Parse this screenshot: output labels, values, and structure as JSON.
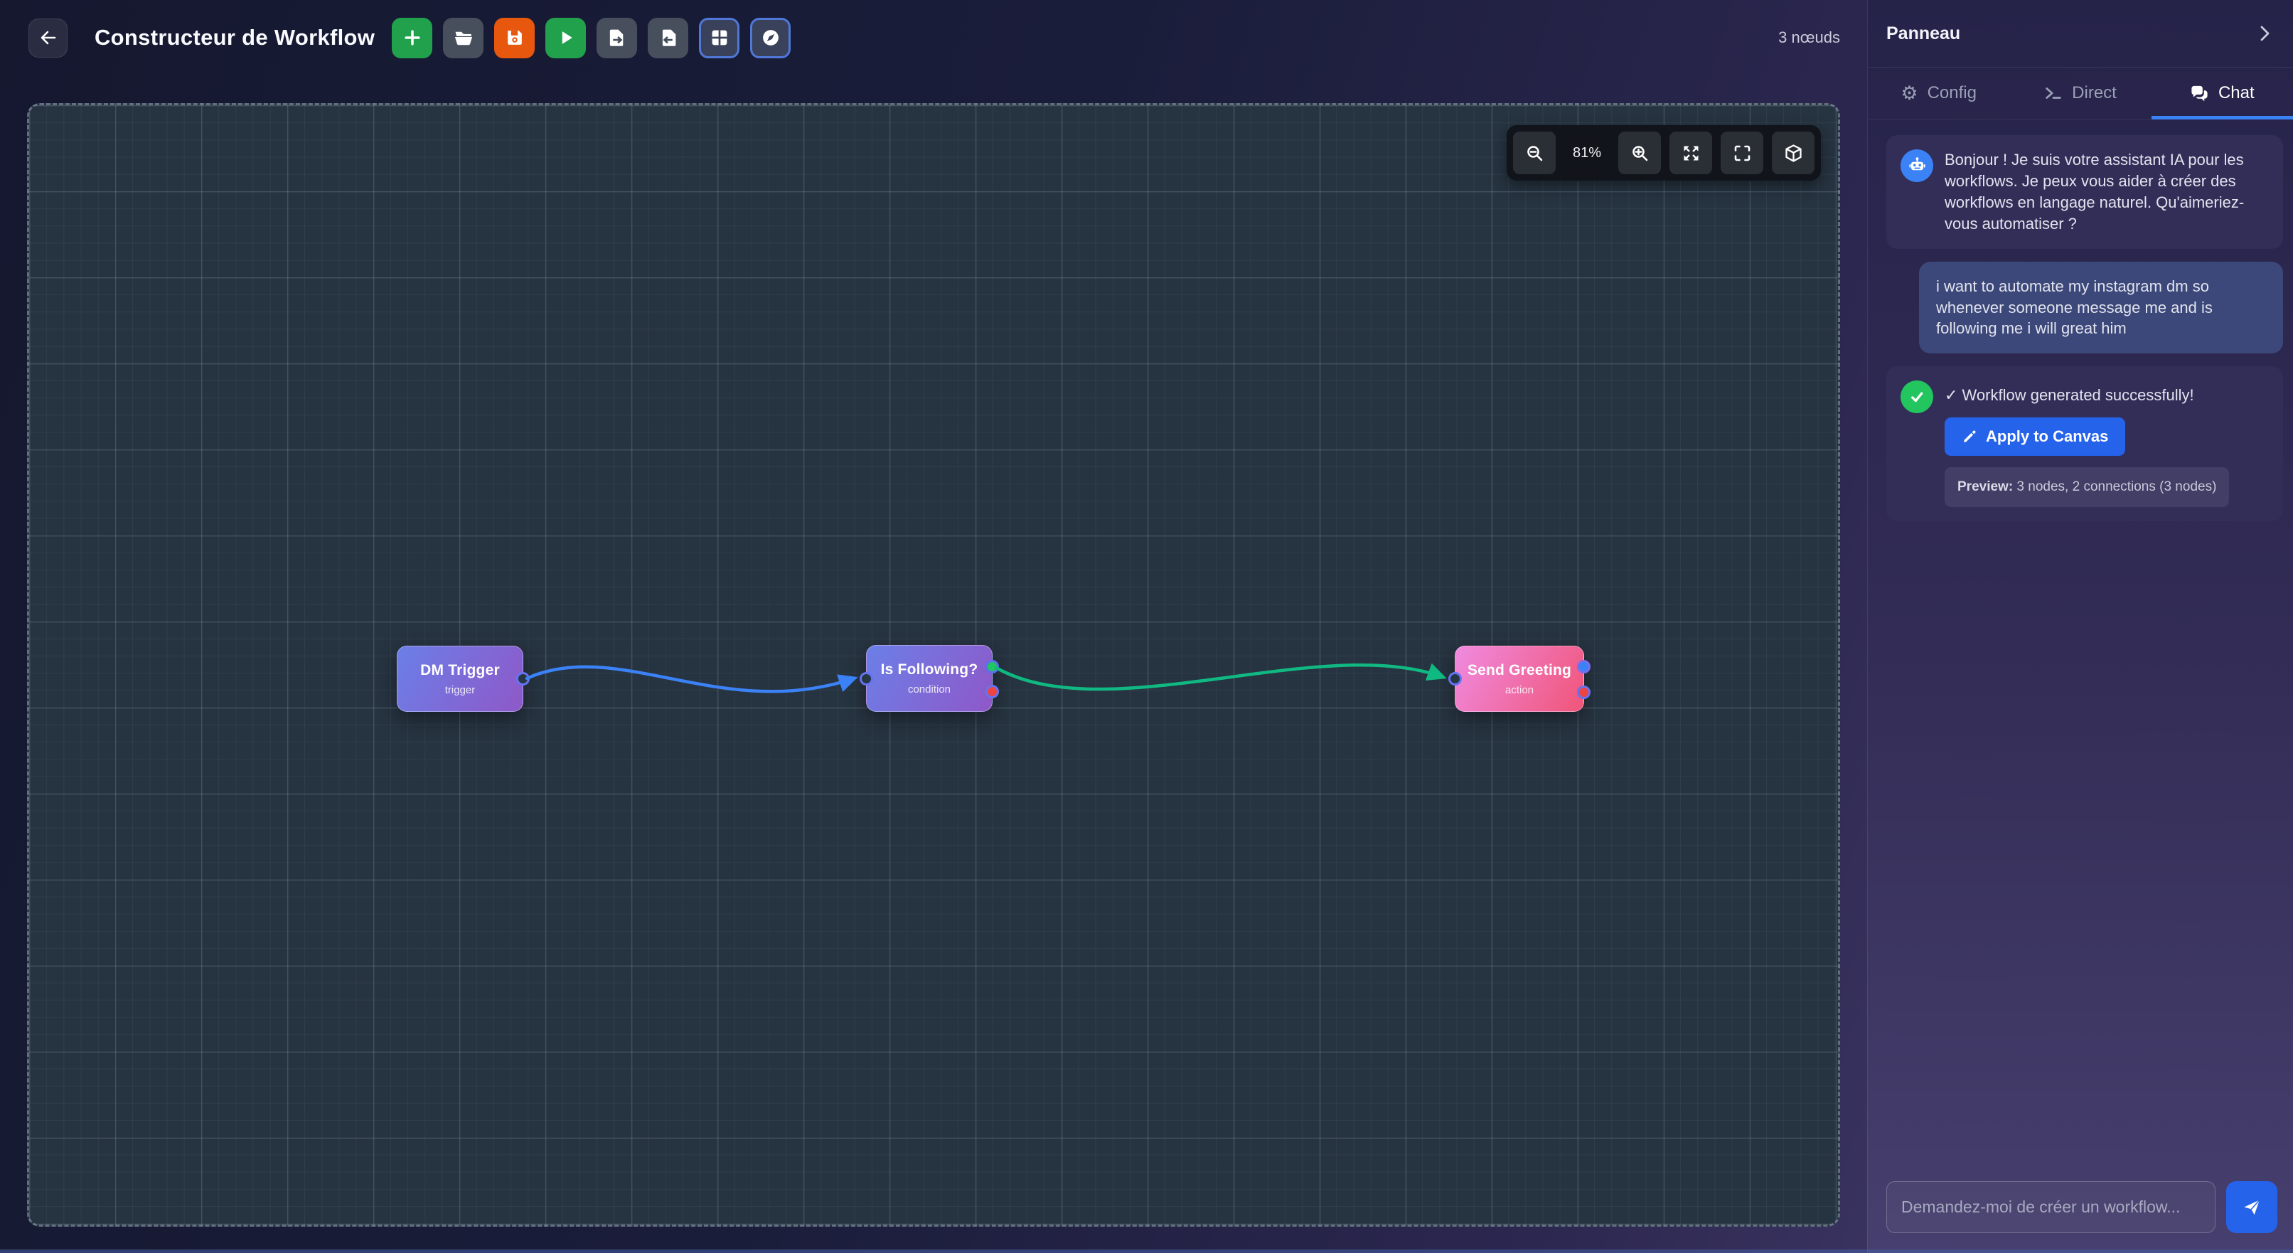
{
  "topbar": {
    "title": "Constructeur de Workflow",
    "node_count": "3 nœuds",
    "back_icon": "arrow-left-icon",
    "buttons": [
      {
        "name": "add-node",
        "icon": "plus-icon",
        "color": "#22a14d"
      },
      {
        "name": "open",
        "icon": "folder-open-icon",
        "color": "#474e5c"
      },
      {
        "name": "save",
        "icon": "save-icon",
        "color": "#e8570e"
      },
      {
        "name": "run",
        "icon": "play-icon",
        "color": "#22a14d"
      },
      {
        "name": "export",
        "icon": "file-export-icon",
        "color": "#474e5c"
      },
      {
        "name": "import",
        "icon": "file-import-icon",
        "color": "#474e5c"
      },
      {
        "name": "toggle-grid",
        "icon": "grid-icon",
        "color": "#3a415a",
        "active": true
      },
      {
        "name": "toggle-minimap",
        "icon": "compass-icon",
        "color": "#3a415a",
        "active": true
      }
    ]
  },
  "canvas": {
    "zoom_level": "81%",
    "controls": [
      "zoom-out-icon",
      "zoom-in-icon",
      "fit-view-icon",
      "fullscreen-icon",
      "cube-icon"
    ],
    "nodes": [
      {
        "title": "DM Trigger",
        "subtitle": "trigger",
        "type": "trigger",
        "gradient": [
          "#6b7fe8",
          "#8f58c8"
        ]
      },
      {
        "title": "Is Following?",
        "subtitle": "condition",
        "type": "condition",
        "gradient": [
          "#6b7fe8",
          "#8f58c8"
        ]
      },
      {
        "title": "Send Greeting",
        "subtitle": "action",
        "type": "action",
        "gradient": [
          "#f08ae0",
          "#f05578"
        ]
      }
    ],
    "connections": [
      {
        "from": "DM Trigger",
        "to": "Is Following?",
        "color": "#3b82f6"
      },
      {
        "from": "Is Following?",
        "from_port": "true",
        "to": "Send Greeting",
        "color": "#10b981"
      }
    ],
    "port_colors": {
      "true": "#22c55e",
      "false": "#ef4444",
      "out": "#3b82f6",
      "ring": "#6573f2"
    }
  },
  "panel": {
    "title": "Panneau",
    "collapse_icon": "chevron-right-icon",
    "tabs": [
      {
        "label": "Config",
        "icon": "gear-icon",
        "active": false
      },
      {
        "label": "Direct",
        "icon": "terminal-icon",
        "active": false
      },
      {
        "label": "Chat",
        "icon": "chat-bubbles-icon",
        "active": true
      }
    ],
    "chat": {
      "messages": [
        {
          "role": "assistant",
          "avatar": "robot-icon",
          "text": "Bonjour ! Je suis votre assistant IA pour les workflows. Je peux vous aider à créer des workflows en langage naturel. Qu'aimeriez-vous automatiser ?"
        },
        {
          "role": "user",
          "text": "i want to automate my instagram dm so whenever someone message me and is following me i will great him"
        },
        {
          "role": "assistant",
          "avatar": "check-icon",
          "text": "✓ Workflow generated successfully!",
          "button_label": "Apply to Canvas",
          "button_icon": "pencil-icon",
          "preview_label": "Preview:",
          "preview_text": " 3 nodes, 2 connections (3 nodes)"
        }
      ],
      "input": {
        "placeholder": "Demandez-moi de créer un workflow...",
        "send_icon": "paper-plane-icon"
      }
    }
  },
  "colors": {
    "accent_blue": "#2563eb",
    "edge_blue": "#3b82f6",
    "edge_green": "#10b981",
    "success_green": "#22c55e",
    "save_orange": "#e8570e",
    "run_green": "#22a14d",
    "tab_underline": "#3b82f6"
  }
}
